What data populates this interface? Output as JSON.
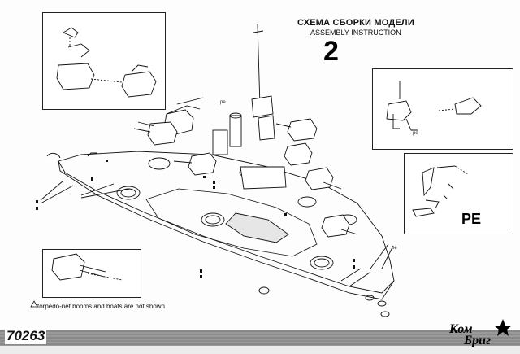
{
  "header": {
    "title_ru": "СХЕМА СБОРКИ МОДЕЛИ",
    "title_en": "ASSEMBLY INSTRUCTION",
    "step_number": "2"
  },
  "labels": {
    "pe_small_top": "pe",
    "pe_small_stern": "pe",
    "pe_box": "PE",
    "pe_detail_right": "pe"
  },
  "note": {
    "icon": "warning-triangle-icon",
    "text": "torpedo-net booms and boats are not shown"
  },
  "footer": {
    "code": "70263",
    "logo_line1": "Ком",
    "logo_line2": "Бриг"
  }
}
